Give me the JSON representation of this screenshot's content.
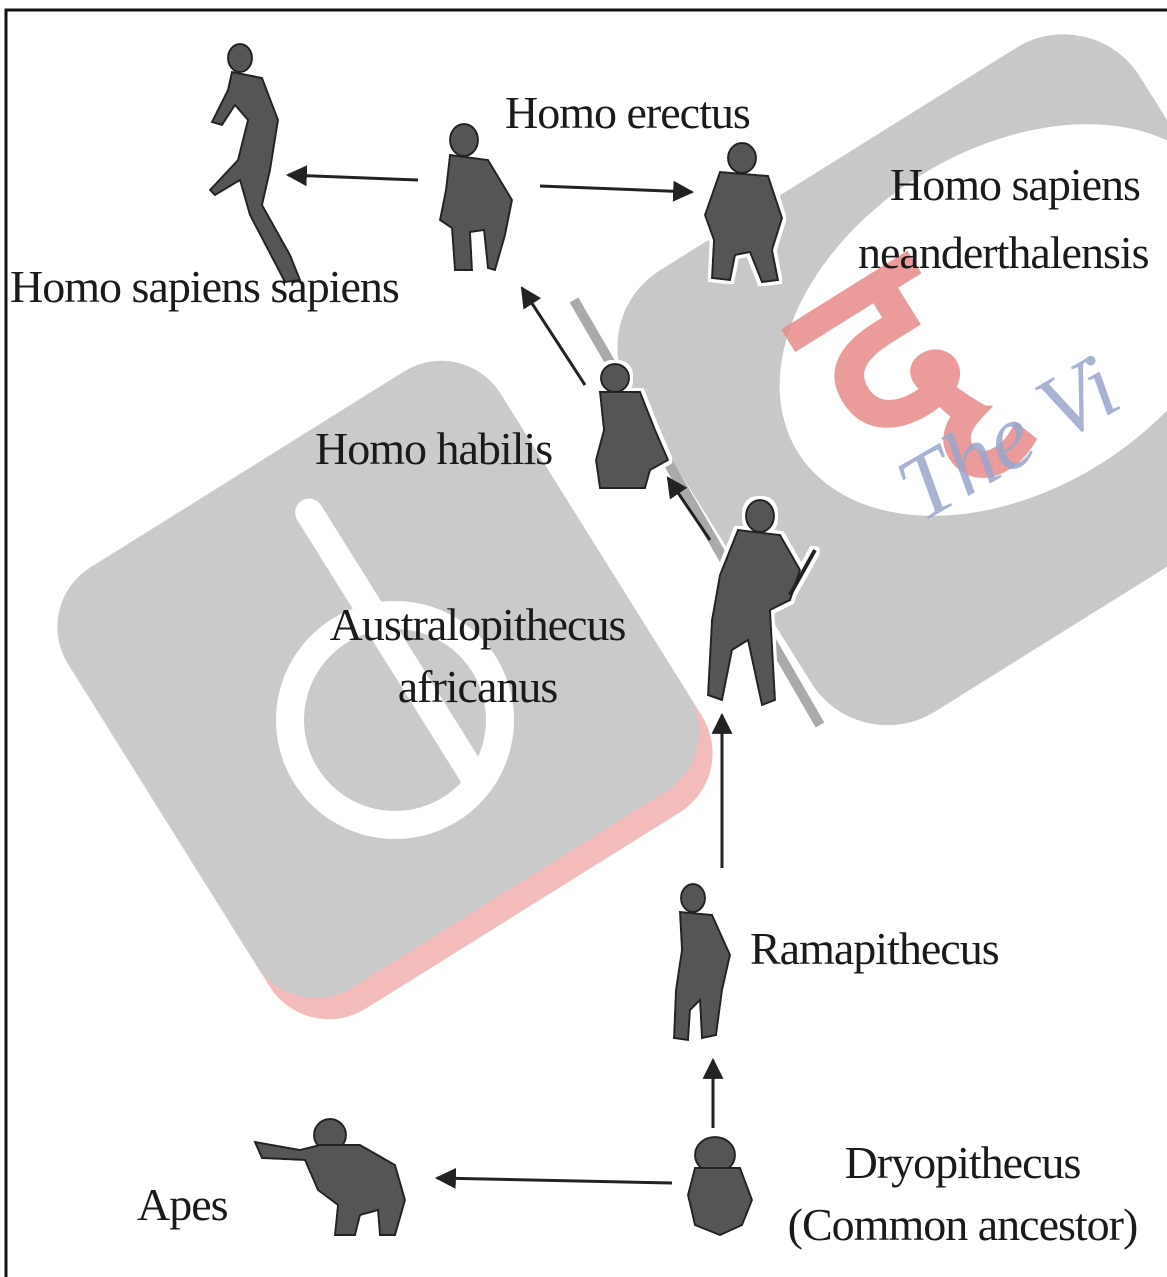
{
  "labels": {
    "homo_erectus": "Homo erectus",
    "homo_sapiens_sapiens": "Homo sapiens sapiens",
    "neanderthal_line1": "Homo sapiens",
    "neanderthal_line2": "neanderthalensis",
    "homo_habilis": "Homo habilis",
    "australopithecus_line1": "Australopithecus",
    "australopithecus_line2": "africanus",
    "ramapithecus": "Ramapithecus",
    "dryopithecus_line1": "Dryopithecus",
    "dryopithecus_line2": "(Common ancestor)",
    "apes": "Apes"
  },
  "watermark": {
    "text": "The Vi",
    "hindi_glyph": "दृ",
    "text_color": "#9aa6cc",
    "glyph_color": "#e98a8a"
  },
  "colors": {
    "watermark_gray": "#c8c8c8",
    "watermark_pink": "#f4b8b8",
    "figure_stroke": "#333333",
    "arrow": "#222222"
  }
}
